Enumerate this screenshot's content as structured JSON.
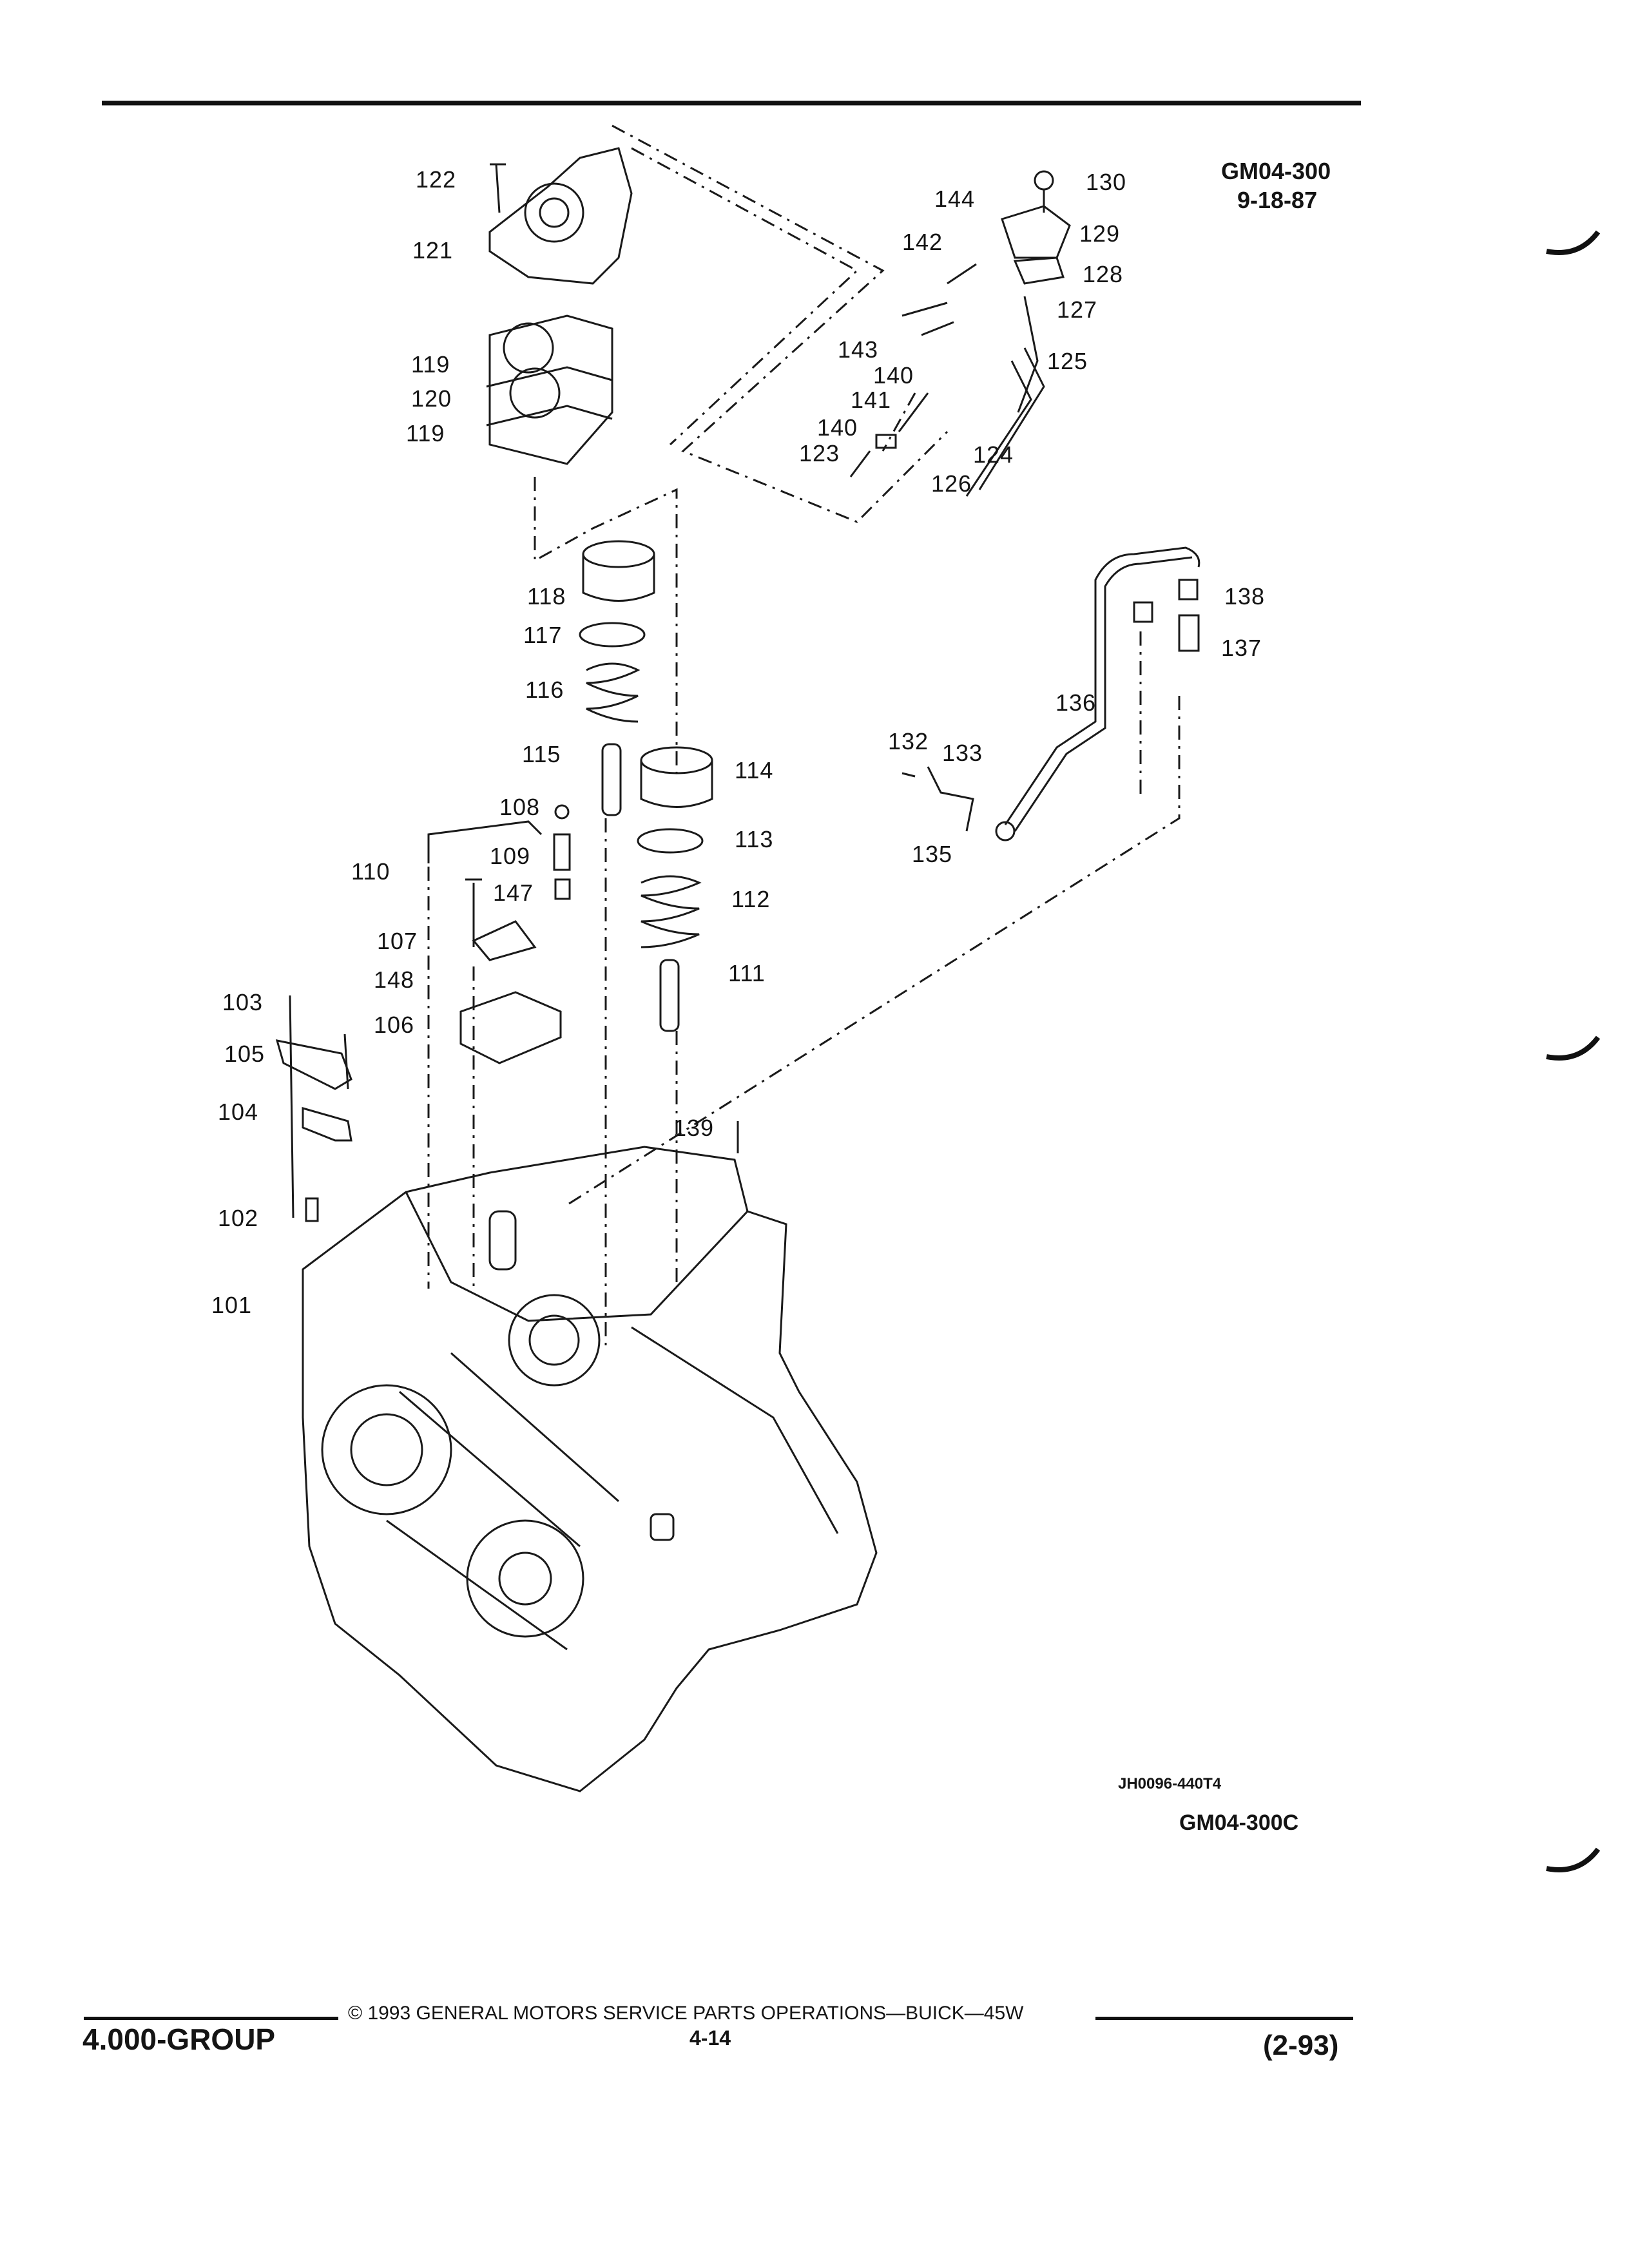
{
  "header": {
    "code": "GM04-300",
    "date": "9-18-87"
  },
  "callouts": {
    "c101": "101",
    "c102": "102",
    "c103": "103",
    "c104": "104",
    "c105": "105",
    "c106": "106",
    "c107": "107",
    "c108": "108",
    "c109": "109",
    "c110": "110",
    "c111": "111",
    "c112": "112",
    "c113": "113",
    "c114": "114",
    "c115": "115",
    "c116": "116",
    "c117": "117",
    "c118": "118",
    "c119a": "119",
    "c119b": "119",
    "c120": "120",
    "c121": "121",
    "c122": "122",
    "c123": "123",
    "c124": "124",
    "c125": "125",
    "c126": "126",
    "c127": "127",
    "c128": "128",
    "c129": "129",
    "c130": "130",
    "c132": "132",
    "c133": "133",
    "c135": "135",
    "c136": "136",
    "c137": "137",
    "c138": "138",
    "c139": "139",
    "c140a": "140",
    "c140b": "140",
    "c141": "141",
    "c142": "142",
    "c143": "143",
    "c144": "144",
    "c147": "147",
    "c148": "148"
  },
  "figure_ids": {
    "drawing_number": "JH0096-440T4",
    "figure_code": "GM04-300C"
  },
  "footer": {
    "group": "4.000-GROUP",
    "copyright": "© 1993 GENERAL MOTORS SERVICE PARTS OPERATIONS—BUICK—45W",
    "page_number": "4-14",
    "revision": "(2-93)"
  }
}
